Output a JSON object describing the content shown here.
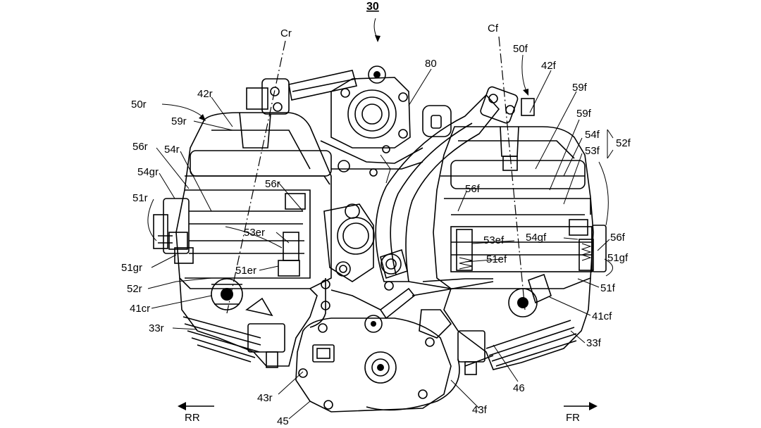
{
  "figure": {
    "reference_number": "30",
    "axis_rear": "Cr",
    "axis_front": "Cf",
    "direction_rear": "RR",
    "direction_front": "FR",
    "colors": {
      "ink": "#000000",
      "paper": "#ffffff"
    }
  },
  "labels": {
    "l_50r": "50r",
    "l_42r": "42r",
    "l_59r": "59r",
    "l_56r_a": "56r",
    "l_54r": "54r",
    "l_54gr": "54gr",
    "l_51r": "51r",
    "l_56r_b": "56r",
    "l_53er": "53er",
    "l_51gr": "51gr",
    "l_51er": "51er",
    "l_52r": "52r",
    "l_41cr": "41cr",
    "l_33r": "33r",
    "l_43r": "43r",
    "l_45": "45",
    "l_80": "80",
    "l_50f": "50f",
    "l_42f": "42f",
    "l_59f_a": "59f",
    "l_59f_b": "59f",
    "l_54f": "54f",
    "l_53f": "53f",
    "l_52f": "52f",
    "l_56f_a": "56f",
    "l_53ef": "53ef",
    "l_54gf": "54gf",
    "l_56f_b": "56f",
    "l_51ef": "51ef",
    "l_51gf": "51gf",
    "l_51f": "51f",
    "l_41cf": "41cf",
    "l_33f": "33f",
    "l_46": "46",
    "l_43f": "43f"
  }
}
